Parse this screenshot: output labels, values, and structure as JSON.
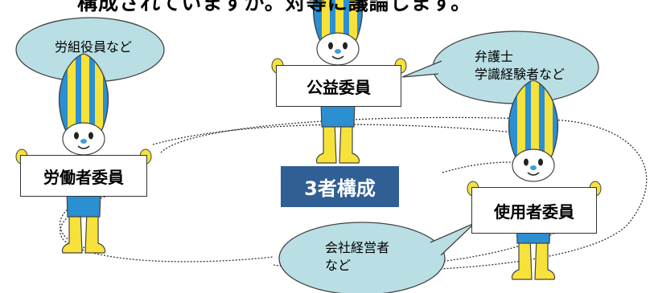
{
  "heading": "構成されていますか。対等に議論します。",
  "center_label": "3者構成",
  "members": {
    "public": {
      "label": "公益委員",
      "bubble": [
        "弁護士",
        "学識経験者など"
      ]
    },
    "labor": {
      "label": "労働者委員",
      "bubble": [
        "労組役員など"
      ]
    },
    "employer": {
      "label": "使用者委員",
      "bubble": [
        "会社経営者",
        "など"
      ]
    }
  },
  "colors": {
    "mascot_blue": "#2b8fd1",
    "mascot_yellow": "#f6e23a",
    "bubble_fill": "#b9dfe4",
    "center_box": "#2f5f94"
  }
}
